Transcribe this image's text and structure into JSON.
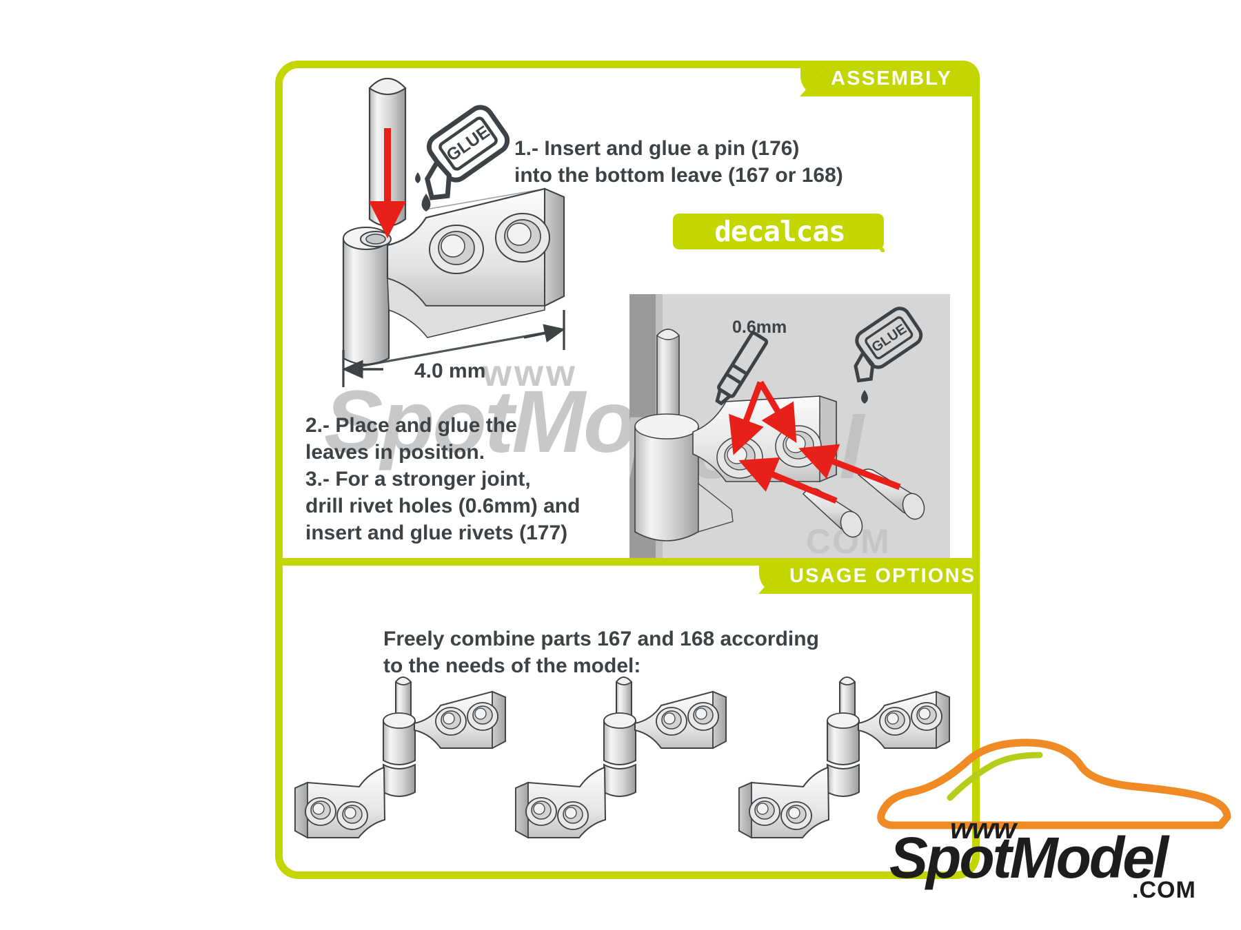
{
  "colors": {
    "green": "#c3d600",
    "banner_text": "#ffffff",
    "body_text": "#3d4246",
    "arrow_red": "#e8201a",
    "metal_light": "#f2f2f2",
    "metal_mid": "#c9c9c9",
    "metal_dark": "#8d8d8d",
    "panel_bg": "#d6d6d6",
    "watermark_gray": "#c8c8c8",
    "brand_black": "#1d1d1b",
    "brand_orange": "#f08a24",
    "brand_green": "#b5cc18"
  },
  "sections": {
    "assembly": {
      "banner_label": "ASSEMBLY",
      "step1_text": "1.- Insert and glue a pin (176)\ninto the bottom leave (167 or 168)",
      "step23_text": "2.- Place and glue the\nleaves in position.\n3.- For a stronger joint,\ndrill rivet holes (0.6mm) and\ninsert and glue rivets (177)",
      "dimension_label": "4.0 mm",
      "drill_size_label": "0.6mm",
      "glue_label": "GLUE"
    },
    "usage": {
      "banner_label": "USAGE OPTIONS",
      "text": "Freely combine parts 167 and 168 according\nto the needs of the model:"
    }
  },
  "brand": {
    "decalcas": "decalcas",
    "spotmodel": {
      "www": "www",
      "name": "SpotModel",
      "tld": ".COM"
    }
  },
  "watermark": {
    "www": "www",
    "name": "SpotModel",
    "com": "COM",
    "panel_name": "Model",
    "panel_com": "COM"
  }
}
